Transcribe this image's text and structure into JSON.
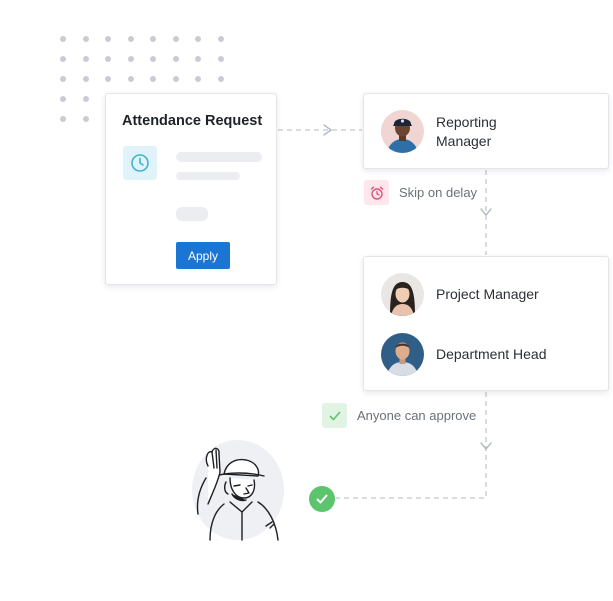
{
  "request_card": {
    "title": "Attendance Request",
    "icon": "clock-icon",
    "apply_label": "Apply"
  },
  "workflow": {
    "step1": {
      "approver": "Reporting Manager",
      "avatar_icon": "avatar-man-cap"
    },
    "step1_condition": {
      "label": "Skip on delay",
      "icon": "alarm-clock-icon",
      "color": "#e0547a"
    },
    "step2": {
      "approvers": [
        {
          "name": "Project Manager",
          "avatar_icon": "avatar-woman"
        },
        {
          "name": "Department Head",
          "avatar_icon": "avatar-man"
        }
      ]
    },
    "step2_condition": {
      "label": "Anyone can approve",
      "icon": "check-icon",
      "color": "#5cc46c"
    },
    "final": {
      "icon": "check-circle-icon",
      "color": "#5cc46c"
    }
  },
  "colors": {
    "accent": "#1a76d2",
    "connector": "#c4c7ce"
  }
}
